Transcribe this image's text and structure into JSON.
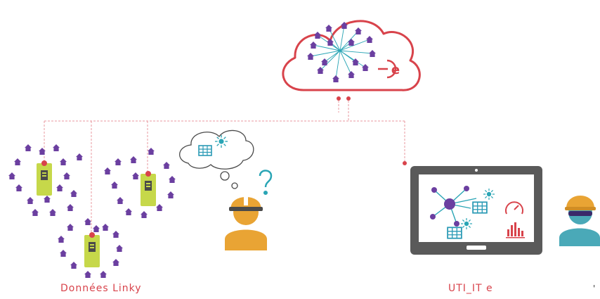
{
  "labels": {
    "left_caption": "Données Linky",
    "right_caption": "UTI_IT e",
    "edge_mark": "'"
  },
  "logo_letter": "e",
  "colors": {
    "accent_red": "#d8434b",
    "house_purple": "#6b3fa0",
    "meter_green": "#c6d84a",
    "cable_teal": "#2aa5b5",
    "helmet_orange": "#e9a434",
    "tablet_gray": "#5a5a5a",
    "client_teal": "#4aa9b8",
    "table_teal": "#2a9ab5"
  }
}
